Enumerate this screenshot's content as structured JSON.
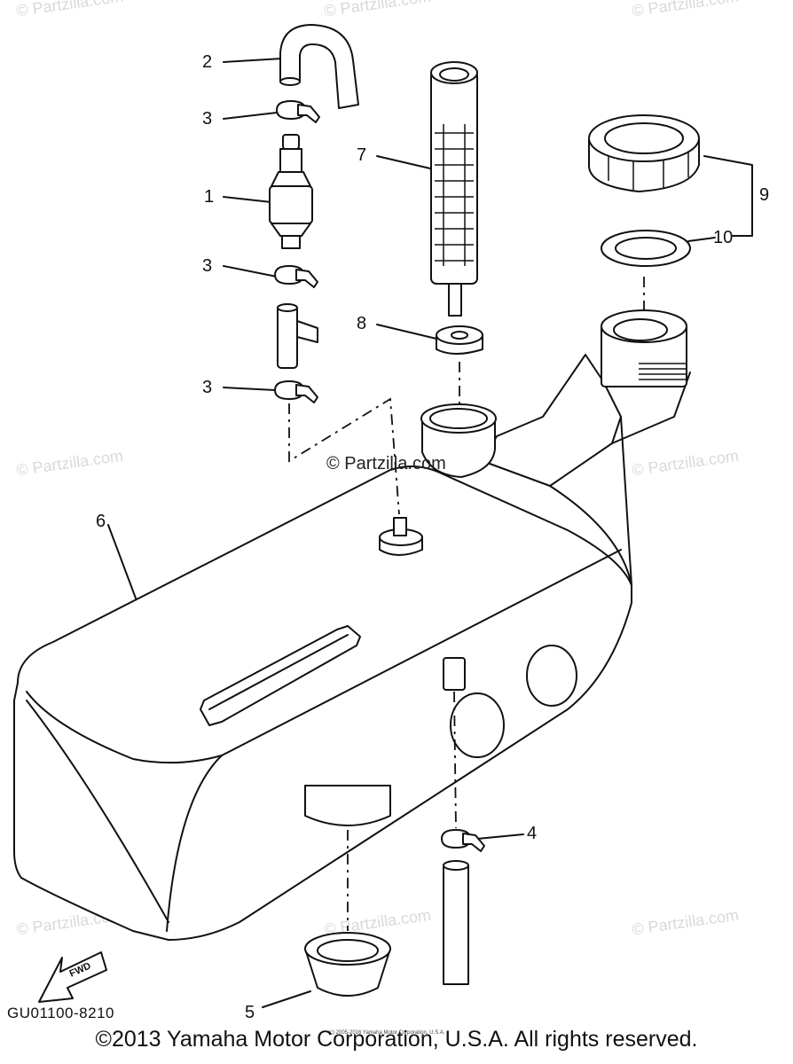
{
  "watermark": "© Partzilla.com",
  "center_watermark": "© Partzilla.com",
  "callouts": {
    "c1": "1",
    "c2": "2",
    "c3a": "3",
    "c3b": "3",
    "c3c": "3",
    "c4": "4",
    "c5": "5",
    "c6": "6",
    "c7": "7",
    "c8": "8",
    "c9": "9",
    "c10": "10"
  },
  "fwd_label": "FWD",
  "diagram_code": "GU01100-8210",
  "small_notice": "(c) 2005-2016 Yamaha Motor Corporation, U.S.A.",
  "copyright": "©2013 Yamaha Motor Corporation, U.S.A. All rights reserved."
}
